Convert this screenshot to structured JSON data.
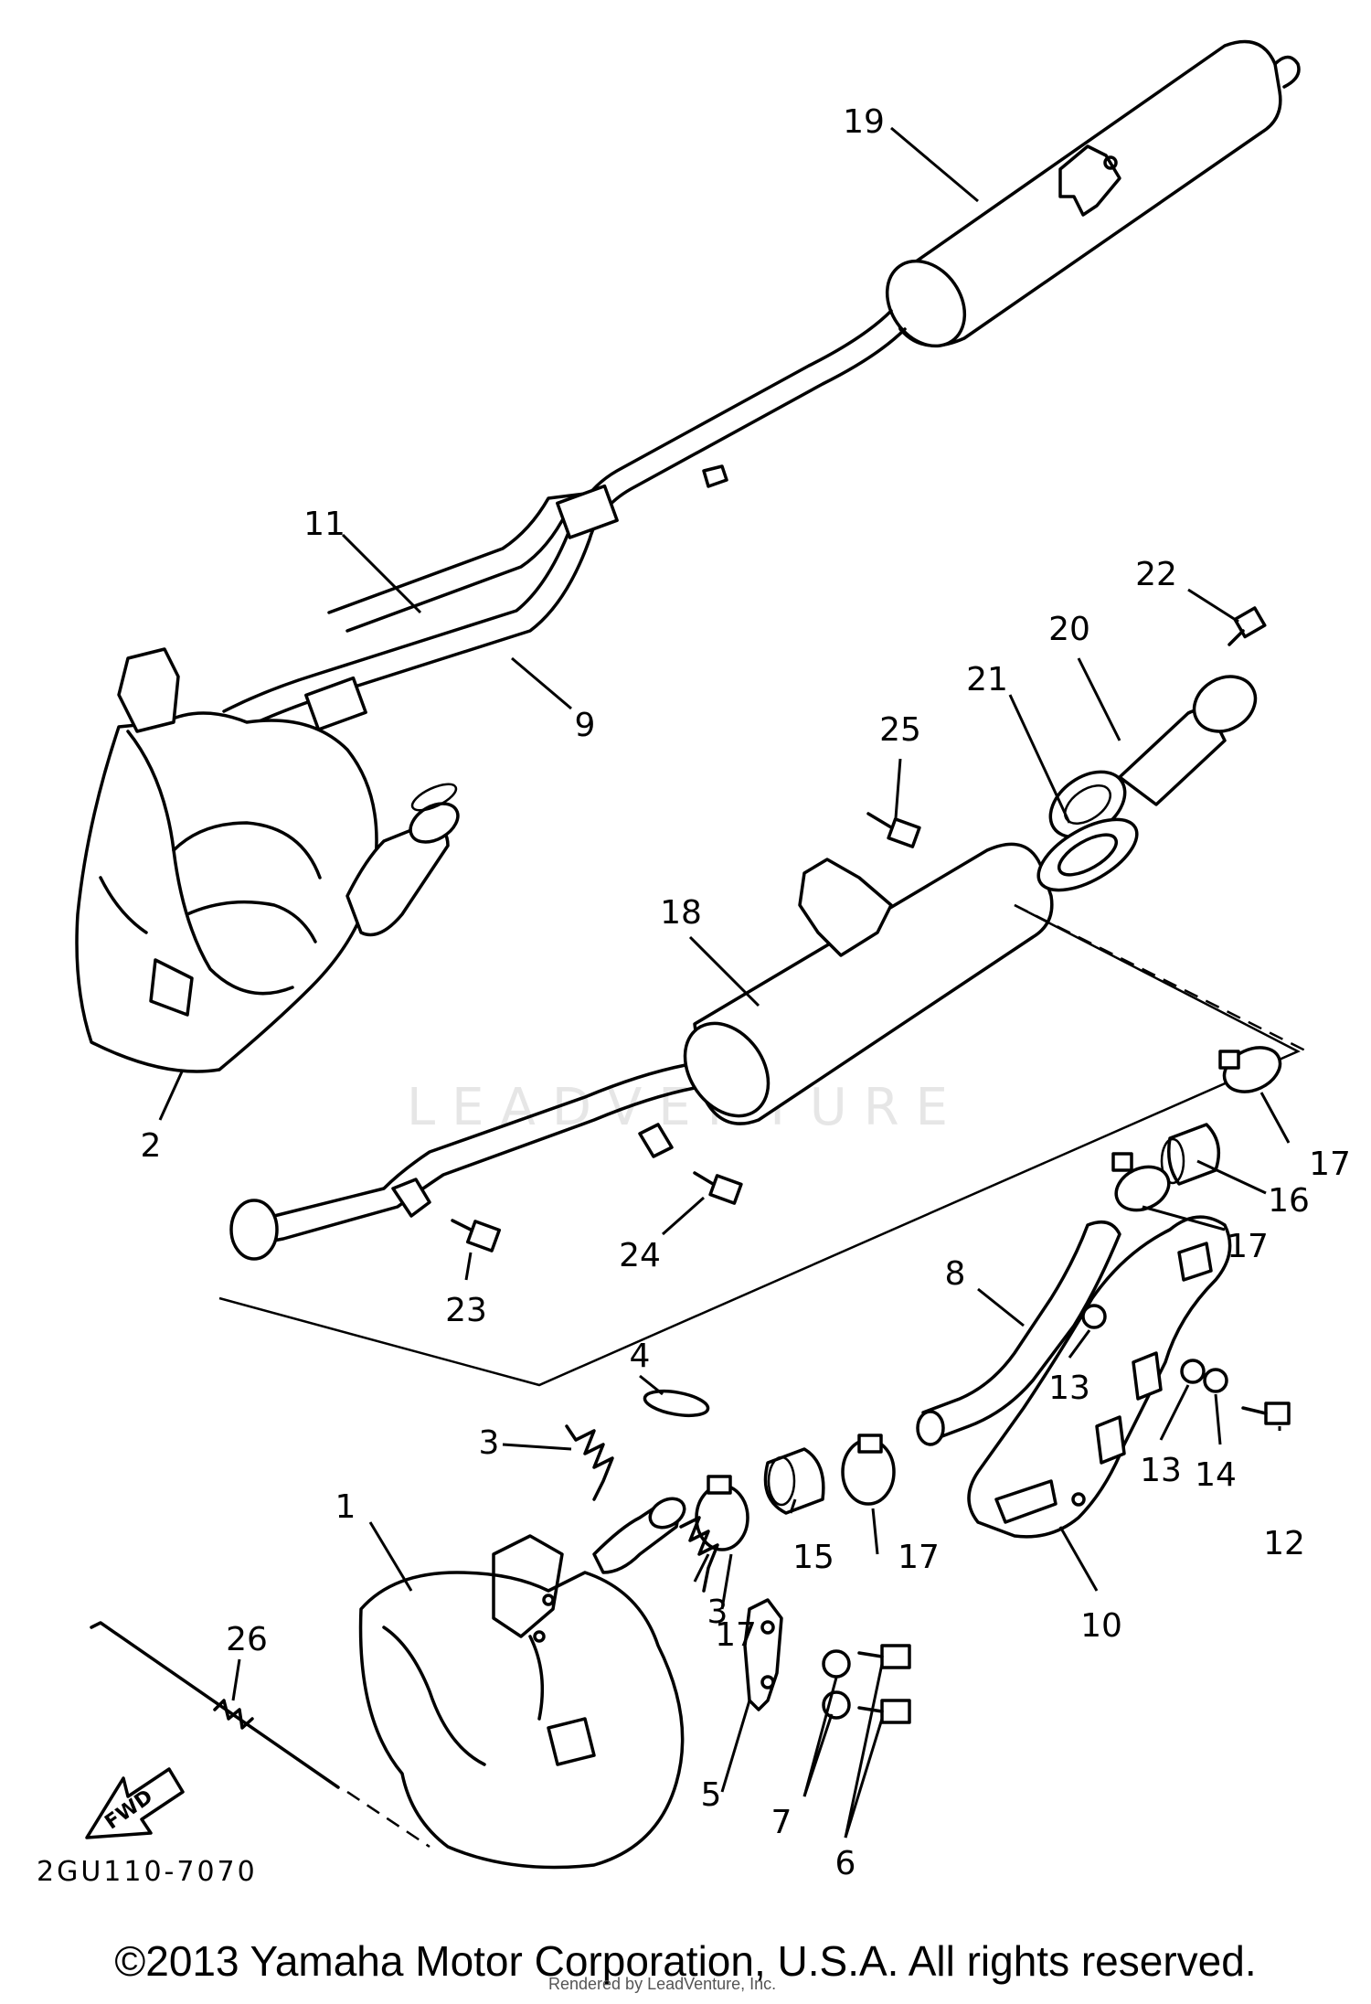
{
  "diagram_code": "2GU110-7070",
  "copyright": "©2013 Yamaha Motor Corporation, U.S.A. All rights reserved.",
  "rendered_by": "Rendered by LeadVenture, Inc.",
  "watermark": "LEADVENTURE",
  "fwd_label": "FWD",
  "callouts": {
    "c1": "1",
    "c2": "2",
    "c3a": "3",
    "c3b": "3",
    "c4": "4",
    "c5": "5",
    "c6": "6",
    "c7": "7",
    "c8": "8",
    "c9": "9",
    "c10": "10",
    "c11": "11",
    "c12": "12",
    "c13a": "13",
    "c13b": "13",
    "c14": "14",
    "c15": "15",
    "c16": "16",
    "c17a": "17",
    "c17b": "17",
    "c17c": "17",
    "c17d": "17",
    "c18": "18",
    "c19": "19",
    "c20": "20",
    "c21": "21",
    "c22": "22",
    "c23": "23",
    "c24": "24",
    "c25": "25",
    "c26": "26"
  }
}
